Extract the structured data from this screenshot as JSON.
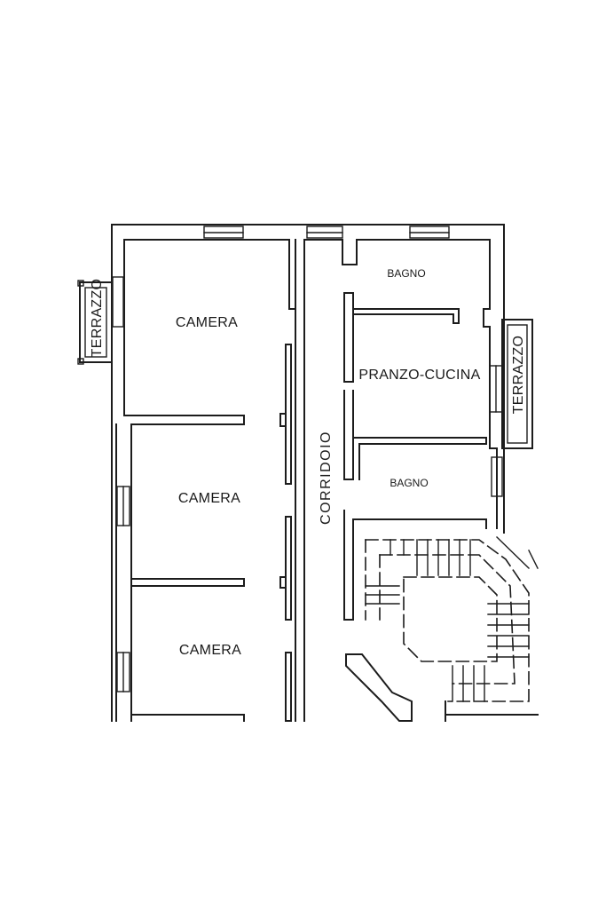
{
  "rooms": {
    "camera_top": "CAMERA",
    "camera_mid": "CAMERA",
    "camera_bot": "CAMERA",
    "bagno_top": "BAGNO",
    "bagno_bot": "BAGNO",
    "pranzo_cucina": "PRANZO-CUCINA",
    "corridoio": "CORRIDOIO",
    "terrazzo_left": "TERRAZZO",
    "terrazzo_right": "TERRAZZO"
  }
}
